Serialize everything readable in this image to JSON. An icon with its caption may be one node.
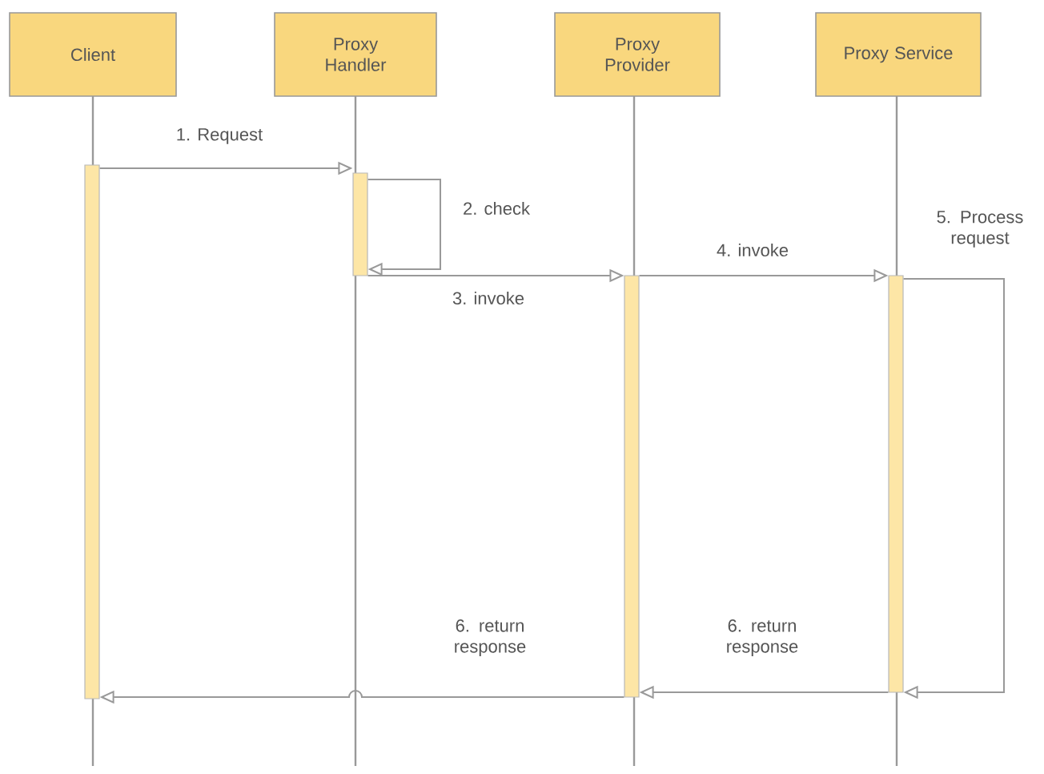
{
  "diagram": {
    "nodes": [
      {
        "text": [
          "Client"
        ]
      },
      {
        "text": [
          "Proxy Handler"
        ]
      },
      {
        "text": [
          "Proxy Provider"
        ]
      },
      {
        "text": [
          "Proxy Service"
        ]
      },
      {
        "text": [],
        "shape": "bar"
      },
      {
        "text": [],
        "shape": "bar"
      },
      {
        "text": [],
        "shape": "bar"
      },
      {
        "text": [],
        "shape": "bar"
      }
    ],
    "edges": [
      {
        "from": 4,
        "to": 5,
        "arrow": "to",
        "label": "1. Request"
      },
      {
        "from": 5,
        "to": 5,
        "arrow": "to",
        "label": "2. check"
      },
      {
        "from": 5,
        "to": 6,
        "arrow": "to",
        "label": "3. invoke"
      },
      {
        "from": 6,
        "to": 7,
        "arrow": "to",
        "label": "4. invoke"
      },
      {
        "from": 7,
        "to": 7,
        "arrow": "to",
        "label": "5. Process request"
      },
      {
        "from": 7,
        "to": 6,
        "arrow": "to",
        "label": "6. return response"
      },
      {
        "from": 6,
        "to": 4,
        "arrow": "to",
        "label": "6. return response"
      }
    ]
  }
}
